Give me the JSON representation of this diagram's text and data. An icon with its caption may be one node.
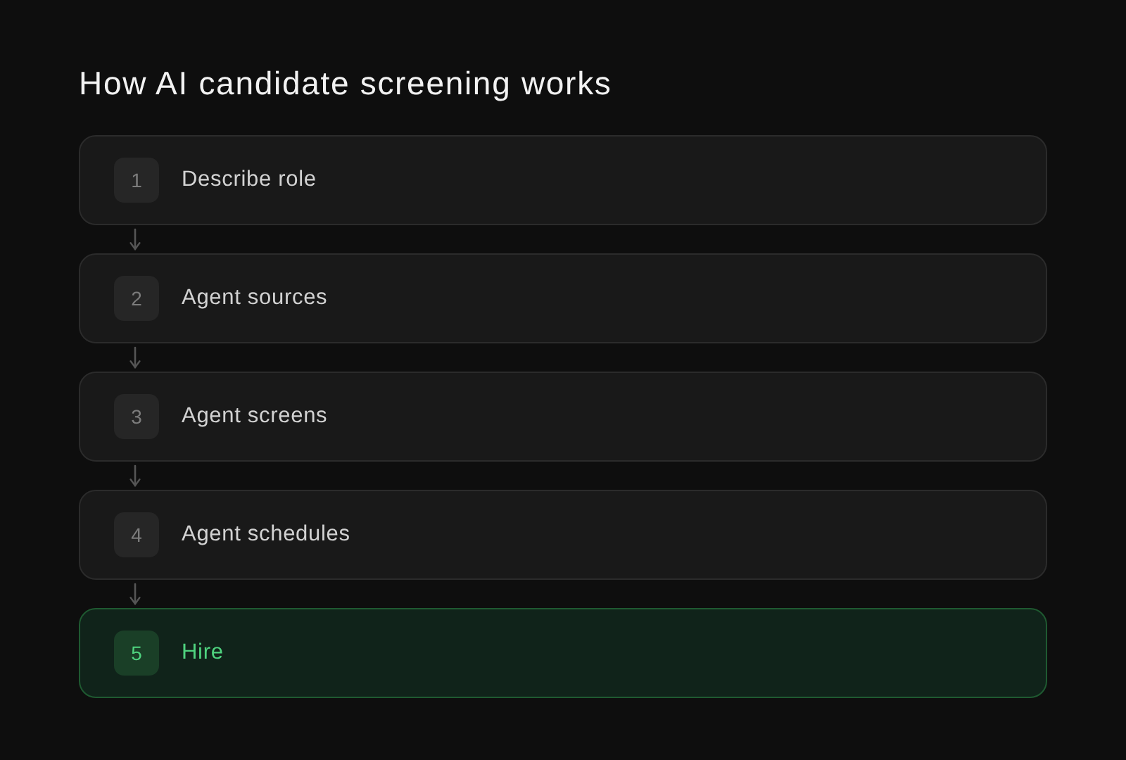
{
  "diagram": {
    "title": "How AI candidate screening works",
    "nodes": [
      {
        "text": [
          "Describe role"
        ]
      },
      {
        "text": [
          "1"
        ],
        "in": 0
      },
      {
        "text": [
          "Agent sources"
        ]
      },
      {
        "text": [
          "2"
        ],
        "in": 2
      },
      {
        "text": [
          "Agent screens"
        ]
      },
      {
        "text": [
          "3"
        ],
        "in": 4
      },
      {
        "text": [
          "Agent schedules"
        ]
      },
      {
        "text": [
          "4"
        ],
        "in": 6
      },
      {
        "text": [
          "Hire"
        ]
      },
      {
        "text": [
          "5"
        ],
        "in": 8
      }
    ],
    "edges": [
      {
        "from": 0,
        "to": 2,
        "arrow": "to"
      },
      {
        "from": 2,
        "to": 4,
        "arrow": "to"
      },
      {
        "from": 4,
        "to": 6,
        "arrow": "to"
      },
      {
        "from": 6,
        "to": 8,
        "arrow": "to"
      }
    ]
  }
}
